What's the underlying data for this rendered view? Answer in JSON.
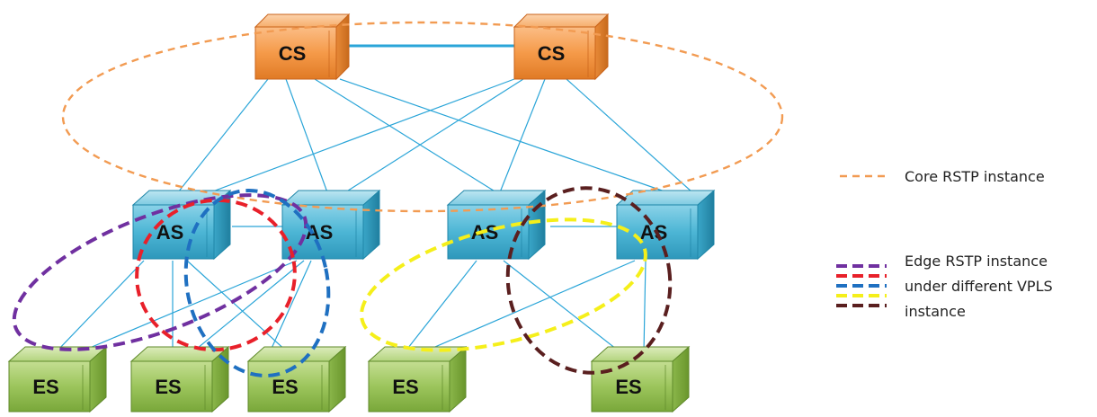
{
  "nodes": {
    "core": [
      "CS",
      "CS"
    ],
    "aggregation": [
      "AS",
      "AS",
      "AS",
      "AS"
    ],
    "edge": [
      "ES",
      "ES",
      "ES",
      "ES",
      "ES"
    ]
  },
  "legend": {
    "core_label": "Core RSTP instance",
    "edge_label_lines": [
      "Edge RSTP instance",
      "under different VPLS",
      "instance"
    ]
  },
  "colors": {
    "core_switch": "#f7a14f",
    "aggregation_switch": "#4cb6d6",
    "edge_switch": "#9bc45a",
    "link": "#2aa5d8",
    "core_instance": "#f29b52",
    "edge_instances": [
      "#7030a0",
      "#e8202a",
      "#1f70c1",
      "#f5ef1a",
      "#5a1f1f"
    ]
  }
}
